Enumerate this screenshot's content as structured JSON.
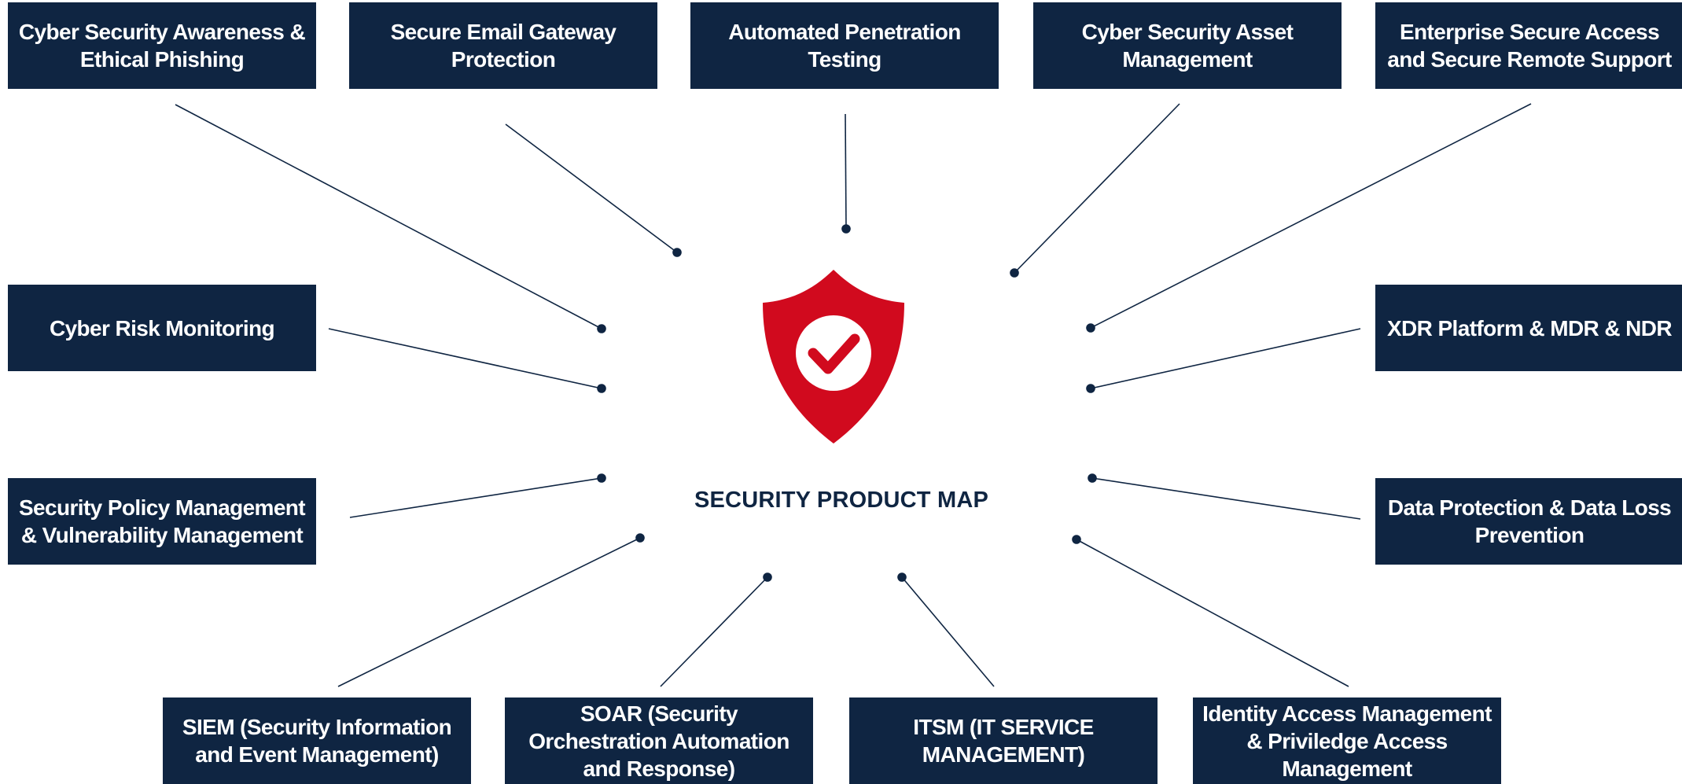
{
  "title": "SECURITY PRODUCT MAP",
  "colors": {
    "box_background": "#0f2542",
    "box_text": "#ffffff",
    "shield": "#d10a1e",
    "lines": "#0f2542"
  },
  "icons": {
    "center": "shield-check-icon"
  },
  "products": [
    {
      "id": "awareness",
      "label": "Cyber Security Awareness & Ethical Phishing"
    },
    {
      "id": "email",
      "label": "Secure Email Gateway Protection"
    },
    {
      "id": "pentest",
      "label": "Automated Penetration Testing"
    },
    {
      "id": "asset",
      "label": "Cyber Security Asset Management"
    },
    {
      "id": "remote",
      "label": "Enterprise Secure Access and Secure Remote Support"
    },
    {
      "id": "risk",
      "label": "Cyber Risk Monitoring"
    },
    {
      "id": "xdr",
      "label": "XDR Platform & MDR & NDR"
    },
    {
      "id": "policy",
      "label": "Security Policy Management & Vulnerability Management"
    },
    {
      "id": "dlp",
      "label": "Data Protection & Data Loss Prevention"
    },
    {
      "id": "siem",
      "label": "SIEM (Security Information and Event Management)"
    },
    {
      "id": "soar",
      "label": "SOAR (Security Orchestration Automation and Response)"
    },
    {
      "id": "itsm",
      "label": "ITSM (IT SERVICE MANAGEMENT)"
    },
    {
      "id": "iam",
      "label": "Identity Access Management & Priviledge Access Management"
    }
  ]
}
